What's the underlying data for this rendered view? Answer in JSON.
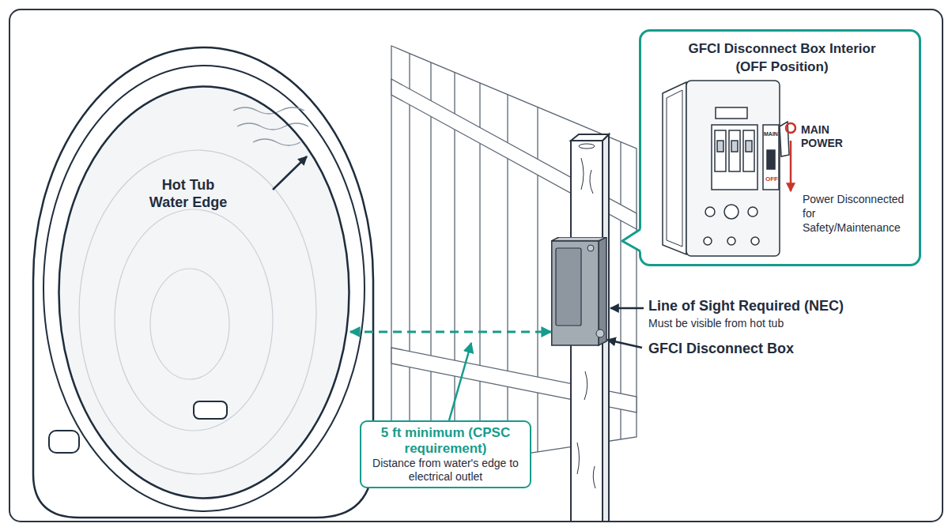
{
  "diagram": {
    "nodes": [
      {
        "text": [
          "GFCI Disconnect Box Interior (OFF Position)",
          "MAIN POWER",
          "Power Disconnected for Safety/Maintenance"
        ]
      },
      {
        "text": [
          "Hot Tub Water Edge"
        ]
      },
      {
        "text": [
          "GFCI Disconnect Box"
        ]
      },
      {
        "text": [
          "5 ft minimum (CPSC requirement)",
          "Distance from water's edge to electrical outlet"
        ]
      }
    ],
    "edges": [
      {
        "from": 1,
        "to": 2,
        "arrow": "both"
      }
    ],
    "labels": [
      "MAIN",
      "OFF",
      "Line of Sight Required (NEC)",
      "Must be visible from hot tub"
    ]
  }
}
